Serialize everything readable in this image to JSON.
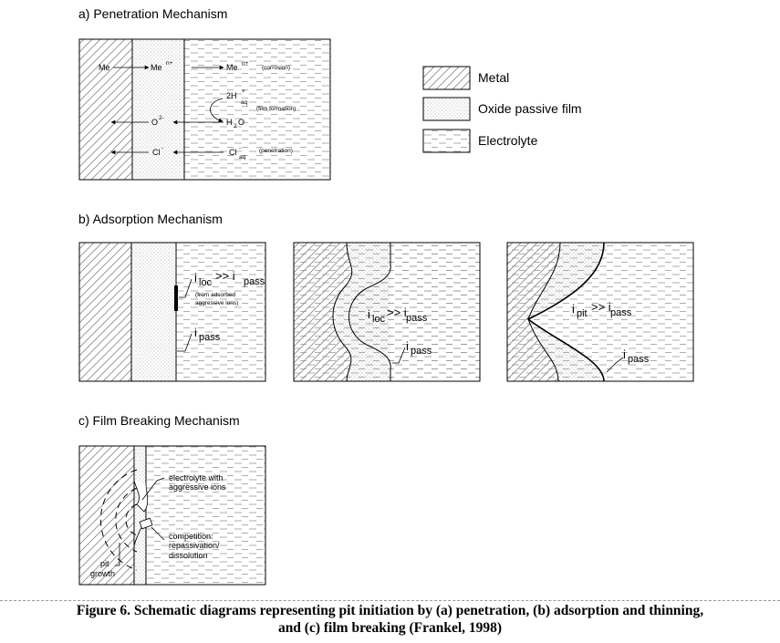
{
  "a": {
    "title": "a) Penetration Mechanism",
    "me": "Me",
    "me_n": "Me",
    "me_n2": "Me",
    "n_plus": "n+",
    "corrosion": "(corrosion)",
    "two_h": "2H",
    "plus": "+",
    "aq": "aq",
    "film_formation": "(film formation)",
    "o2": "O",
    "o2_sup": "2-",
    "h2o_h": "H",
    "h2o_2": "2",
    "h2o_o": "O",
    "cl": "Cl",
    "cl_sup": "-",
    "cl_aq": "Cl",
    "cl_aq_sup": "-",
    "cl_aq_sub": "aq",
    "penetration": "(penetration)"
  },
  "legend": {
    "metal": "Metal",
    "oxide": "Oxide passive film",
    "electrolyte": "Electrolyte"
  },
  "b": {
    "title": "b) Adsorption Mechanism",
    "p1_iloc": "i",
    "p1_iloc_sub": "loc",
    "p1_gg": ">> i",
    "p1_pass_sub": "pass",
    "p1_note1": "(from adsorbed",
    "p1_note2": "aggressive ions)",
    "p1_ipass": "i",
    "p1_ipass_sub": "pass",
    "p2_iloc": "i",
    "p2_iloc_sub": "loc",
    "p2_gg": ">> i",
    "p2_pass_sub": "pass",
    "p2_ipass": "i",
    "p2_ipass_sub": "pass",
    "p3_ipit": "i",
    "p3_ipit_sub": "pit",
    "p3_gg": ">> i",
    "p3_pass_sub": "pass",
    "p3_ipass": "i",
    "p3_ipass_sub": "pass"
  },
  "c": {
    "title": "c) Film Breaking Mechanism",
    "electrolyte1": "electrolyte with",
    "electrolyte2": "aggressive ions",
    "competition1": "competition:",
    "competition2": "repassivation/",
    "competition3": "dissolution",
    "pit1": "pit",
    "pit2": "growth"
  },
  "caption": {
    "line1": "Figure 6. Schematic diagrams representing pit initiation by (a) penetration, (b) adsorption and thinning,",
    "line2": "and (c) film breaking (Frankel, 1998)"
  }
}
